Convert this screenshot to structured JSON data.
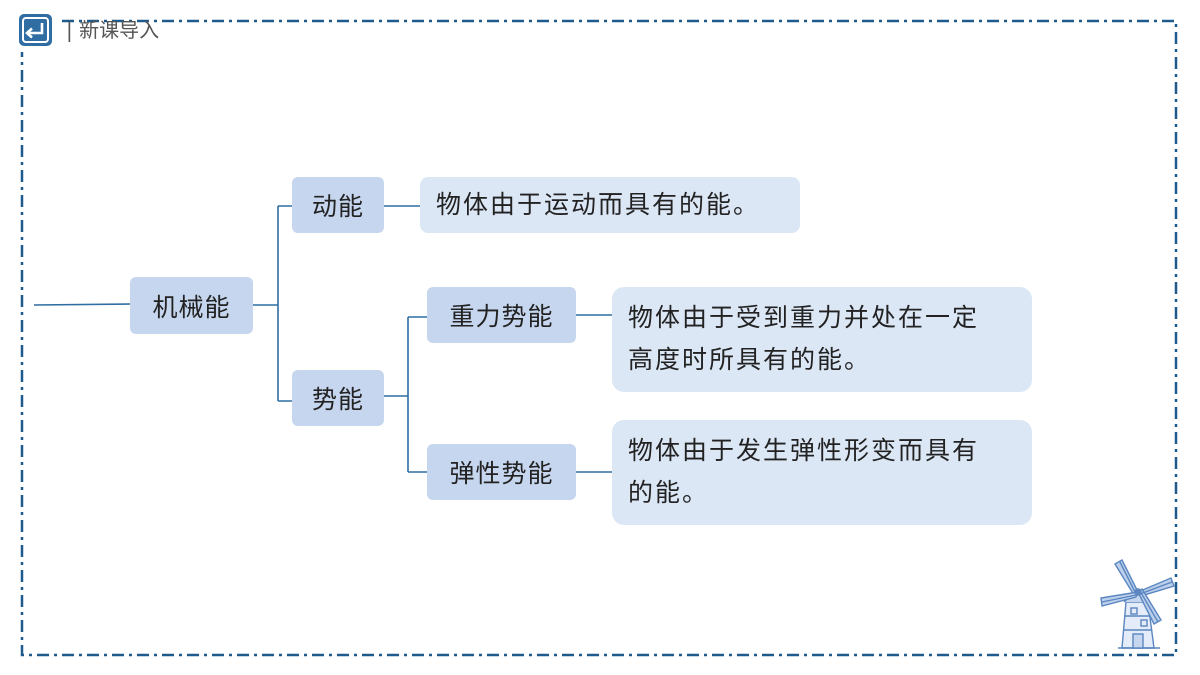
{
  "header": {
    "section_title": "新课导入",
    "icon": "return-arrow-icon"
  },
  "mindmap": {
    "root": "机械能",
    "branches": [
      {
        "label": "动能",
        "definition": "物体由于运动而具有的能。"
      },
      {
        "label": "势能",
        "children": [
          {
            "label": "重力势能",
            "definition_lines": [
              "物体由于受到重力并处在一定",
              "高度时所具有的能。"
            ]
          },
          {
            "label": "弹性势能",
            "definition_lines": [
              "物体由于发生弹性形变而具有",
              "的能。"
            ]
          }
        ]
      }
    ]
  },
  "colors": {
    "frame": "#1f5a8c",
    "connector": "#2f6da3",
    "node": "#c6d6ee",
    "definition_box": "#dce7f6"
  },
  "decoration": "windmill-illustration"
}
